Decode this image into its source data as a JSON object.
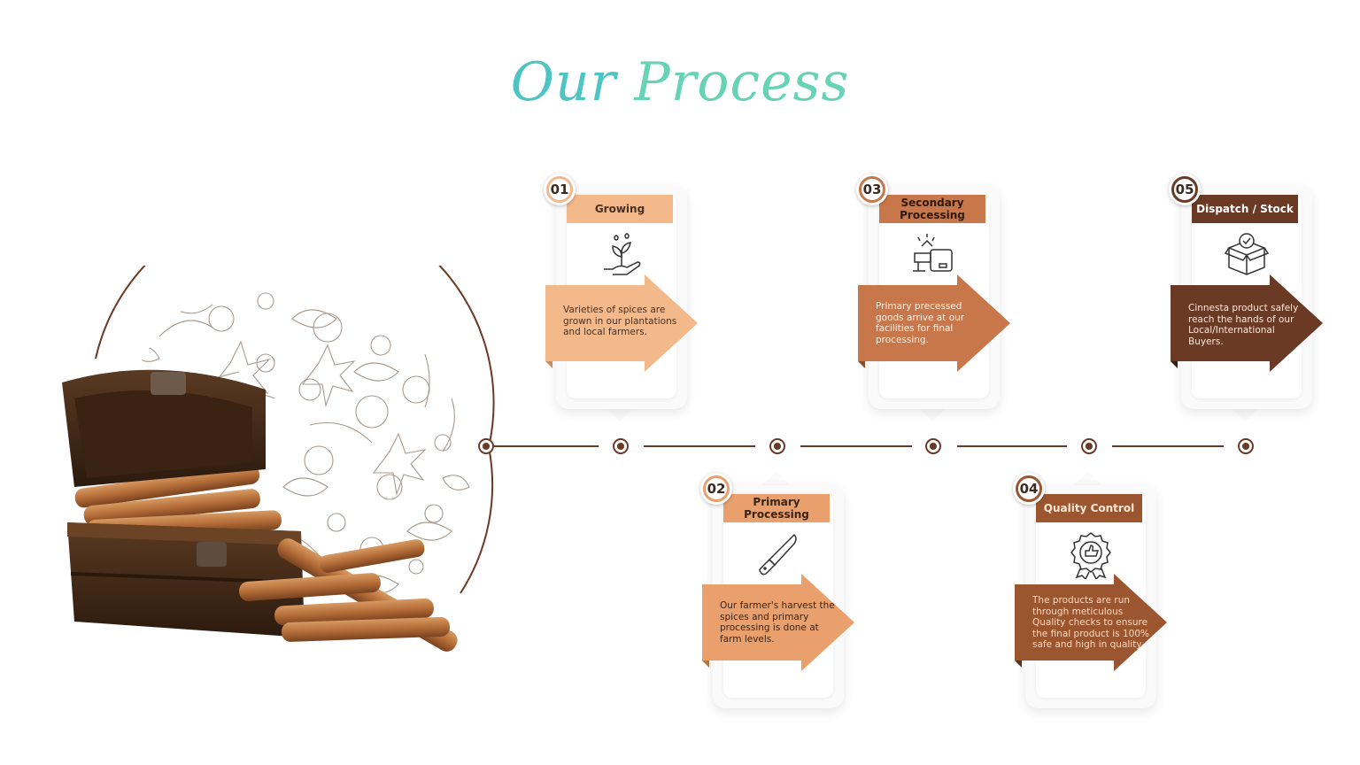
{
  "page": {
    "title_part1": "Our",
    "title_part2": "Process"
  },
  "colors": {
    "title": "#4ec5c3",
    "timeline": "#6b3a25",
    "step1": "#f3b98a",
    "step2": "#eaa06d",
    "step3": "#c8774a",
    "step4": "#9b5630",
    "step5": "#6b3a25"
  },
  "steps": [
    {
      "number": "01",
      "title": "Growing",
      "description": "Varieties of spices are grown in our plantations and local farmers.",
      "icon": "plant-in-hand-icon"
    },
    {
      "number": "02",
      "title": "Primary Processing",
      "description": "Our farmer's harvest the spices and primary processing is done at farm levels.",
      "icon": "knife-icon"
    },
    {
      "number": "03",
      "title": "Secondary Processing",
      "description": "Primary precessed goods arrive at our facilities for final processing.",
      "icon": "grinder-machine-icon"
    },
    {
      "number": "04",
      "title": "Quality Control",
      "description": "The products are run through meticulous Quality checks to ensure the final product is 100% safe and high in quality.",
      "icon": "quality-badge-icon"
    },
    {
      "number": "05",
      "title": "Dispatch / Stock",
      "description": "Cinnesta product safely reach the hands of our Local/International Buyers.",
      "icon": "package-box-icon"
    }
  ]
}
